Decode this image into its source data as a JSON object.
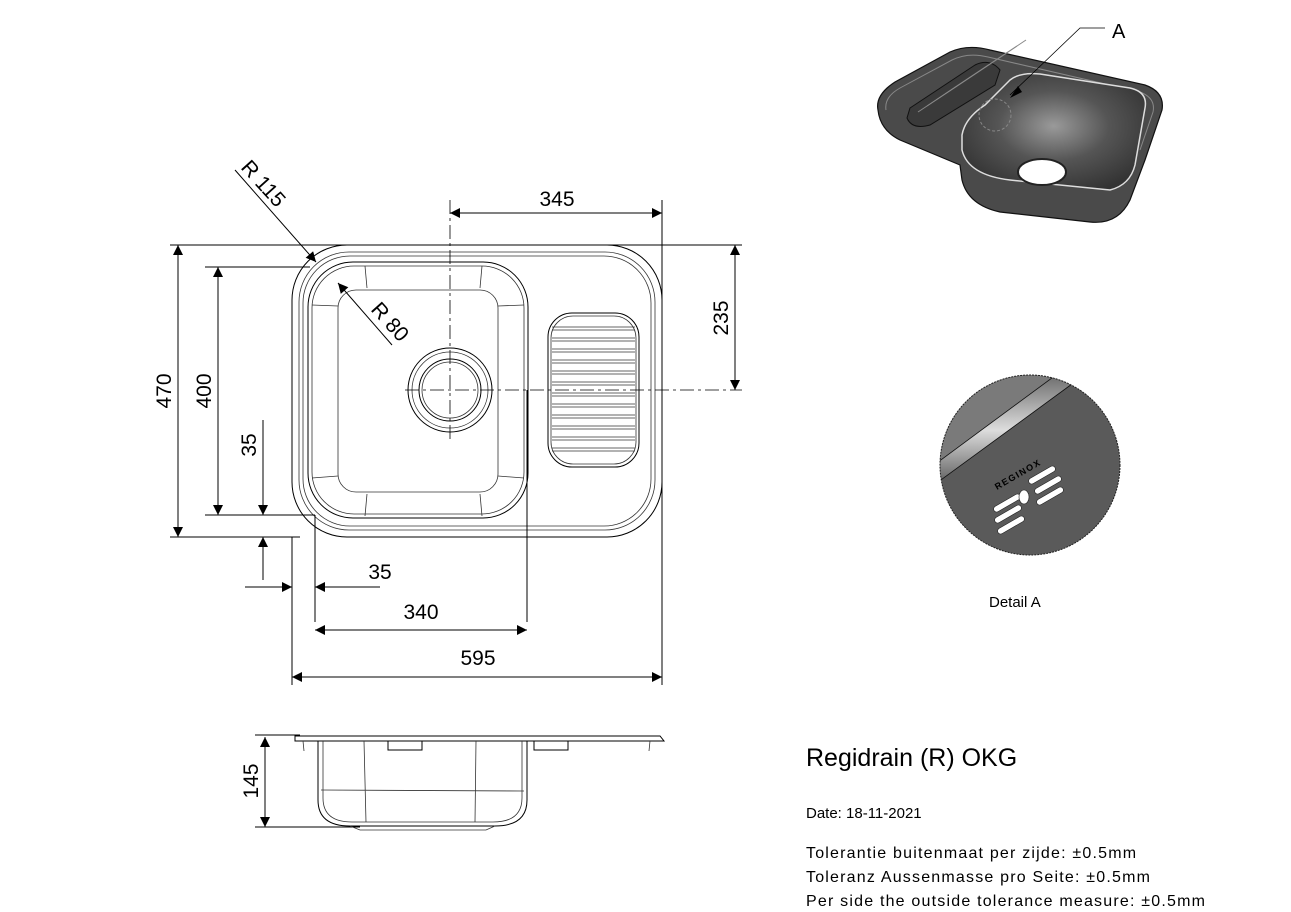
{
  "title": "Regidrain (R) OKG",
  "date": "Date: 18-11-2021",
  "tolerances": [
    "Tolerantie buitenmaat per zijde: ±0.5mm",
    "Toleranz Aussenmasse pro Seite: ±0.5mm",
    "Per side the outside tolerance measure: ±0.5mm"
  ],
  "dimensions": {
    "width_total": "595",
    "bowl_width": "340",
    "edge_offset_h": "35",
    "edge_offset_v": "35",
    "depth_total": "470",
    "bowl_depth": "400",
    "drain_offset_x": "345",
    "drain_offset_y": "235",
    "corner_radius_outer": "R 115",
    "corner_radius_bowl": "R 80",
    "bowl_height": "145"
  },
  "detail": {
    "callout": "A",
    "label": "Detail A",
    "brand_mark": "REGINOX"
  },
  "colors": {
    "sink_dark": "#4a4a4a",
    "line": "#000000"
  }
}
